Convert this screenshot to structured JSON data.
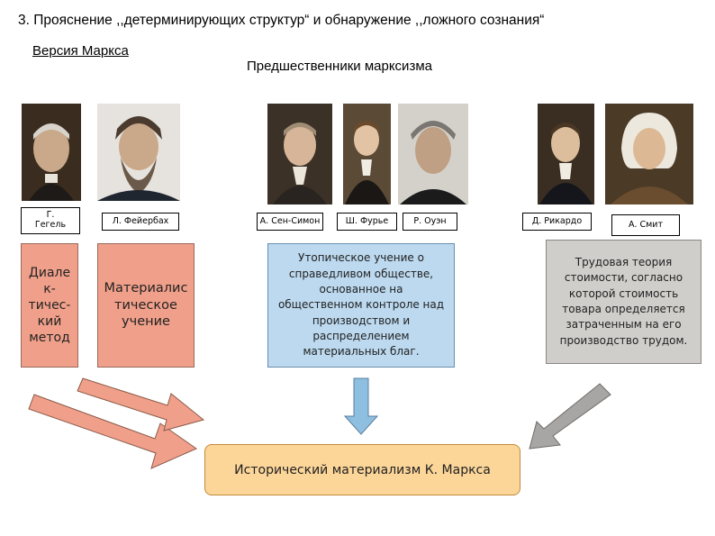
{
  "title": "3. Прояснение ,,детерминирующих структур“ и обнаружение ,,ложного сознания“",
  "marx_version": "Версия Маркса",
  "predecessors_title": "Предшественники марксизма",
  "people": [
    {
      "id": "hegel",
      "label": "Г. Гегель"
    },
    {
      "id": "feuerbach",
      "label": "Л. Фейербах"
    },
    {
      "id": "saint-simon",
      "label": "А. Сен-Симон"
    },
    {
      "id": "fourier",
      "label": "Ш. Фурье"
    },
    {
      "id": "owen",
      "label": "Р. Оуэн"
    },
    {
      "id": "ricardo",
      "label": "Д. Рикардо"
    },
    {
      "id": "smith",
      "label": "А. Смит"
    }
  ],
  "boxes": {
    "dialectic": "Диале к- тичес- кий метод",
    "materialist": "Материалис тическое учение",
    "utopian": "Утопическое учение о справедливом обществе, основанное на общественном контроле над производством и распределением материальных благ.",
    "labor": "Трудовая теория стоимости, согласно которой стоимость товара определяется затраченным на его производство трудом.",
    "result": "Исторический материализм К. Маркса"
  },
  "colors": {
    "salmon": "#f0a08a",
    "blue": "#bcd9ef",
    "gray": "#d0cecb",
    "result": "#fcd699"
  }
}
